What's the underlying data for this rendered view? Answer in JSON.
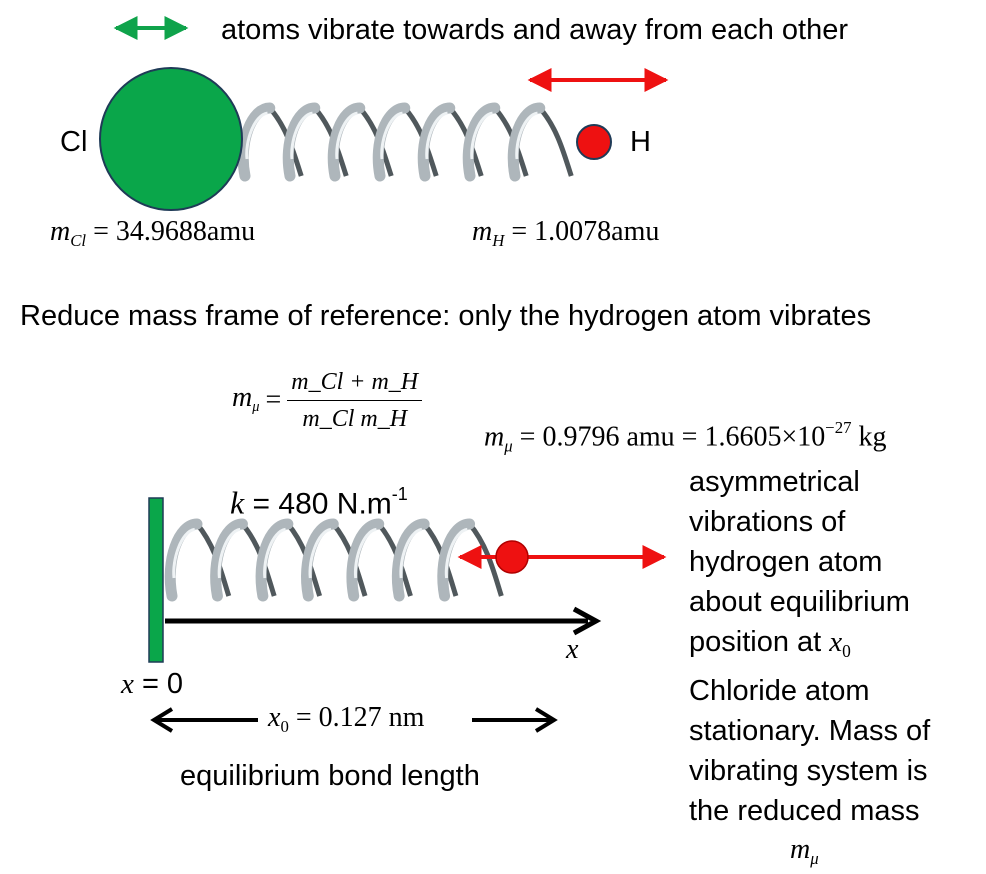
{
  "header": {
    "vibration_caption": "atoms vibrate towards and away from each other"
  },
  "molecule": {
    "left_atom": "Cl",
    "right_atom": "H",
    "m_cl_symbol": "m",
    "m_cl_sub": "Cl",
    "m_cl_value": "= 34.9688",
    "m_cl_unit": "amu",
    "m_h_symbol": "m",
    "m_h_sub": "H",
    "m_h_value": "= 1.0078",
    "m_h_unit": "amu"
  },
  "reduced_mass": {
    "statement": "Reduce mass frame of reference: only the hydrogen atom vibrates",
    "symbol": "m",
    "sub": "μ",
    "equals": "=",
    "numerator": "m_Cl + m_H",
    "denominator": "m_Cl m_H",
    "value_amu": "= 0.9796 amu = 1.6605×10",
    "exponent": "−27",
    "unit": "kg"
  },
  "oscillator": {
    "k_symbol": "k",
    "k_value": "= 480 N.m",
    "k_exp": "-1",
    "x_axis_label": "x",
    "origin_label_symbol": "x",
    "origin_label_value": "= 0",
    "bond_symbol": "x",
    "bond_sub": "0",
    "bond_value": "= 0.127 nm",
    "bond_caption": "equilibrium bond length"
  },
  "explanation": {
    "lines": [
      "asymmetrical",
      "vibrations of",
      "hydrogen atom",
      "about equilibrium",
      "position at",
      "Chloride atom",
      "stationary. Mass of",
      "vibrating system is",
      "the reduced mass"
    ],
    "position_symbol": "x",
    "position_sub": "0",
    "mass_symbol": "m",
    "mass_sub": "μ"
  },
  "colors": {
    "green": "#0fa34b",
    "chlorine": "#0aa64a",
    "hydrogen": "#ee1111",
    "arrow_red": "#ee1111",
    "spring": "#9aa3a8"
  }
}
